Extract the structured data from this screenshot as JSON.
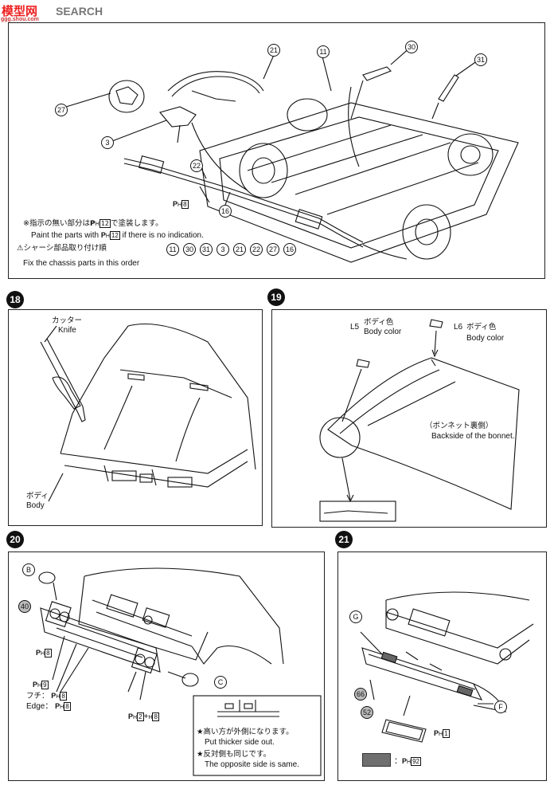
{
  "watermark": {
    "brand": "模型网",
    "brand_en": "SEARCH",
    "sub": "ggg.shou.com"
  },
  "top": {
    "parts": [
      "21",
      "11",
      "30",
      "31",
      "27",
      "3",
      "22",
      "16"
    ],
    "ph_label": "P",
    "ph_sub": "H",
    "ph_num": "8",
    "note_jp": "※指示の無い部分は",
    "note_jp_num": "12",
    "note_jp_tail": "で塗装します。",
    "note_en_a": "Paint the parts with",
    "note_en_num": "12",
    "note_en_b": "if there is no indication.",
    "order_jp": "シャーシ部品取り付け順",
    "order_seq": [
      "11",
      "30",
      "31",
      "3",
      "21",
      "22",
      "27",
      "16"
    ],
    "order_en": "Fix the chassis parts in this order"
  },
  "s18": {
    "num": "18",
    "knife_jp": "カッター",
    "knife_en": "Knife",
    "body_jp": "ボディ",
    "body_en": "Body"
  },
  "s19": {
    "num": "19",
    "l5": "L5",
    "l5_jp": "ボディ色",
    "l5_en": "Body color",
    "l6": "L6",
    "l6_jp": "ボディ色",
    "l6_en": "Body color",
    "bonnet_jp": "（ボンネット裏側）",
    "bonnet_en": "Backside of the bonnet."
  },
  "s20": {
    "num": "20",
    "b": "B",
    "c": "C",
    "p40": "40",
    "ph8a": "8",
    "ph9": "9",
    "edge_jp": "フチ：",
    "edge_en": "Edge：",
    "ph8b": "8",
    "ph8c": "8",
    "ph2": "2",
    "ph8d": "8",
    "plus": "+",
    "note1_jp": "★高い方が外側になります。",
    "note1_en": "Put thicker side out.",
    "note2_jp": "★反対側も同じです。",
    "note2_en": "The opposite side is same."
  },
  "s21": {
    "num": "21",
    "g": "G",
    "f": "F",
    "p66": "66",
    "p52": "52",
    "ph1": "1",
    "legend_colon": "：",
    "legend_num": "92"
  }
}
